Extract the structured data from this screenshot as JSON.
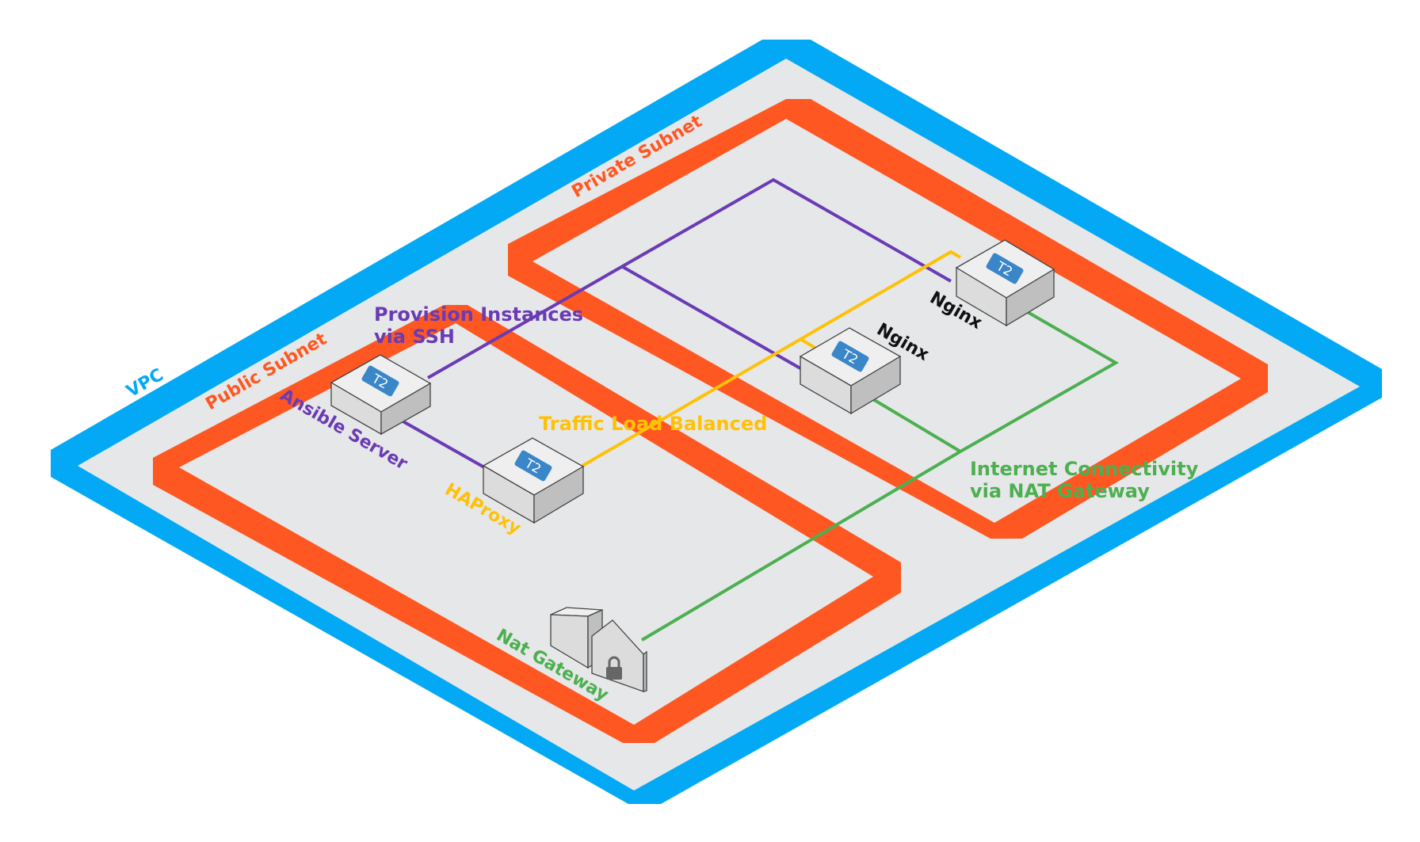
{
  "colors": {
    "vpc": "#03a9f4",
    "subnet": "#ff5722",
    "floor": "#e6e7e8",
    "ssh": "#6a3bb5",
    "traffic": "#ffc107",
    "internet": "#4caf50",
    "node_label": "#111111"
  },
  "labels": {
    "vpc": "VPC",
    "public_subnet": "Public Subnet",
    "private_subnet": "Private Subnet",
    "provision_line1": "Provision Instances",
    "provision_line2": "via SSH",
    "traffic": "Traffic Load Balanced",
    "internet_line1": "Internet Connectivity",
    "internet_line2": "via NAT Gateway"
  },
  "nodes": {
    "ansible": {
      "name": "Ansible Server",
      "badge": "T2"
    },
    "haproxy": {
      "name": "HAProxy",
      "badge": "T2"
    },
    "nginx1": {
      "name": "Nginx",
      "badge": "T2"
    },
    "nginx2": {
      "name": "Nginx",
      "badge": "T2"
    },
    "nat": {
      "name": "Nat Gateway",
      "icon": "lock-icon"
    }
  }
}
